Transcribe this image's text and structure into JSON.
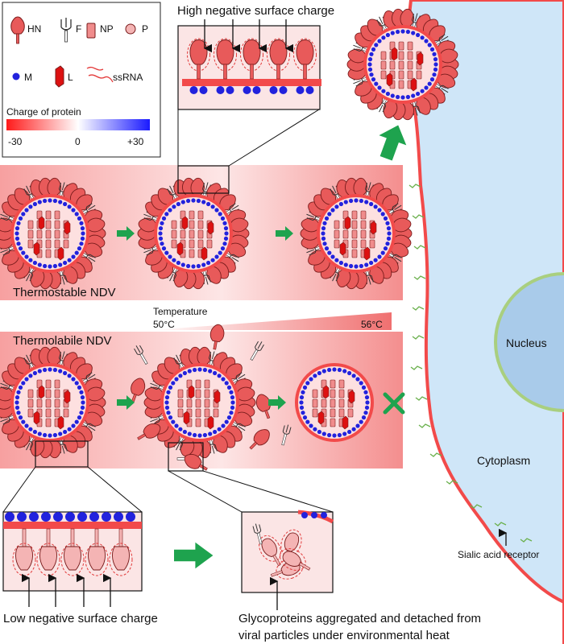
{
  "legend": {
    "items": [
      {
        "symbol": "hn-glycoprotein",
        "label": "HN"
      },
      {
        "symbol": "f-glycoprotein",
        "label": "F"
      },
      {
        "symbol": "np-protein",
        "label": "NP"
      },
      {
        "symbol": "p-protein",
        "label": "P"
      },
      {
        "symbol": "m-protein",
        "label": "M"
      },
      {
        "symbol": "l-protein",
        "label": "L"
      },
      {
        "symbol": "ssrna",
        "label": "ssRNA"
      }
    ],
    "charge_title": "Charge of protein",
    "charge_ticks": [
      "-30",
      "0",
      "+30"
    ],
    "colors": {
      "negative": "#ff1a1a",
      "neutral": "#ffffff",
      "positive": "#1a1aff"
    }
  },
  "callouts": {
    "high_charge": "High negative surface charge",
    "low_charge": "Low negative surface charge",
    "aggregated_line1": "Glycoproteins aggregated and detached from",
    "aggregated_line2": "viral particles under environmental heat"
  },
  "bands": {
    "thermostable": "Thermostable NDV",
    "thermolabile": "Thermolabile NDV"
  },
  "temperature": {
    "label": "Temperature",
    "low": "50°C",
    "high": "56°C"
  },
  "cell": {
    "nucleus": "Nucleus",
    "cytoplasm": "Cytoplasm",
    "receptor": "Sialic acid receptor"
  },
  "colors": {
    "membrane": "#f24a4a",
    "cell_fill": "#cfe6f8",
    "nucleus_fill": "#a9cbea",
    "nucleus_ring": "#a9cf7f",
    "arrow": "#1ea34e",
    "m_protein": "#2222dd",
    "band": "#f8a9a9"
  }
}
